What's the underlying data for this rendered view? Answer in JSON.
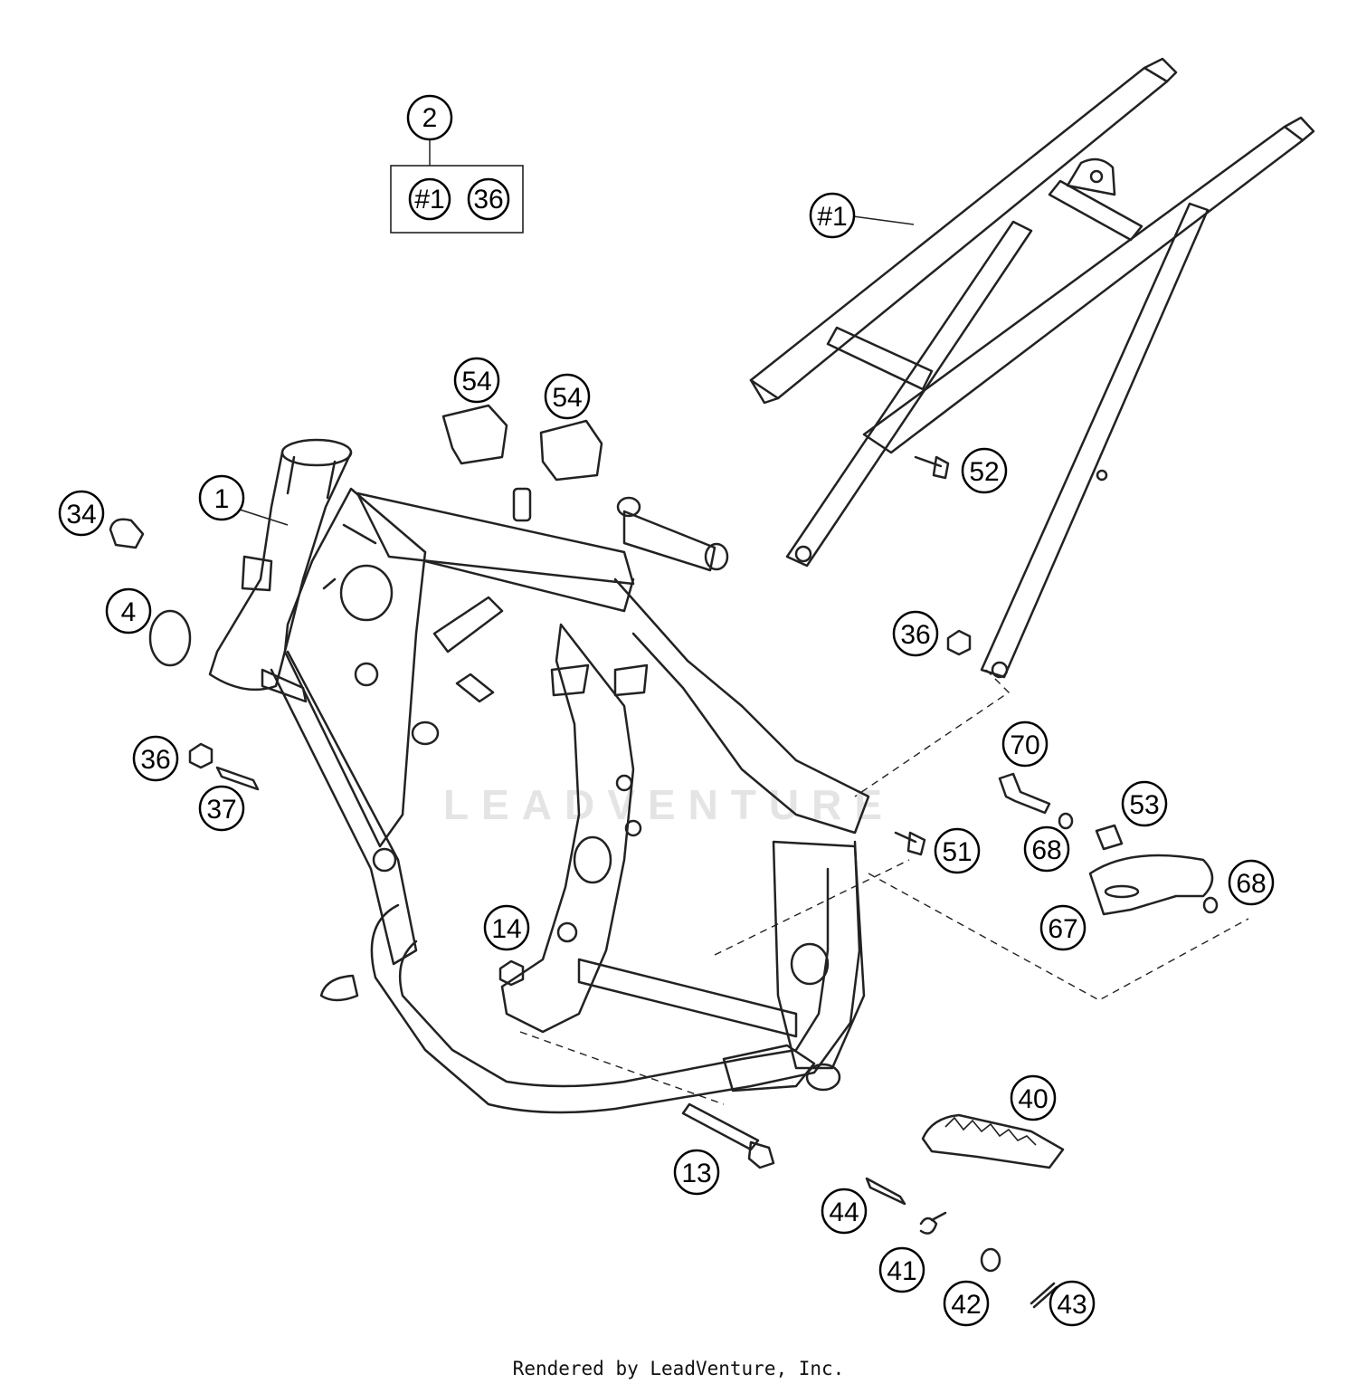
{
  "watermark": "LEADVENTURE",
  "footer": "Rendered by LeadVenture, Inc.",
  "kit_box": {
    "label": "2",
    "contents": [
      "#1",
      "36"
    ]
  },
  "callouts": [
    {
      "id": "c-1",
      "label": "1"
    },
    {
      "id": "c-subframe",
      "label": "#1"
    },
    {
      "id": "c-4",
      "label": "4"
    },
    {
      "id": "c-13",
      "label": "13"
    },
    {
      "id": "c-14",
      "label": "14"
    },
    {
      "id": "c-34",
      "label": "34"
    },
    {
      "id": "c-36a",
      "label": "36"
    },
    {
      "id": "c-36b",
      "label": "36"
    },
    {
      "id": "c-37",
      "label": "37"
    },
    {
      "id": "c-40",
      "label": "40"
    },
    {
      "id": "c-41",
      "label": "41"
    },
    {
      "id": "c-42",
      "label": "42"
    },
    {
      "id": "c-43",
      "label": "43"
    },
    {
      "id": "c-44",
      "label": "44"
    },
    {
      "id": "c-51",
      "label": "51"
    },
    {
      "id": "c-52",
      "label": "52"
    },
    {
      "id": "c-53",
      "label": "53"
    },
    {
      "id": "c-54a",
      "label": "54"
    },
    {
      "id": "c-54b",
      "label": "54"
    },
    {
      "id": "c-67",
      "label": "67"
    },
    {
      "id": "c-68a",
      "label": "68"
    },
    {
      "id": "c-68b",
      "label": "68"
    },
    {
      "id": "c-70",
      "label": "70"
    }
  ]
}
